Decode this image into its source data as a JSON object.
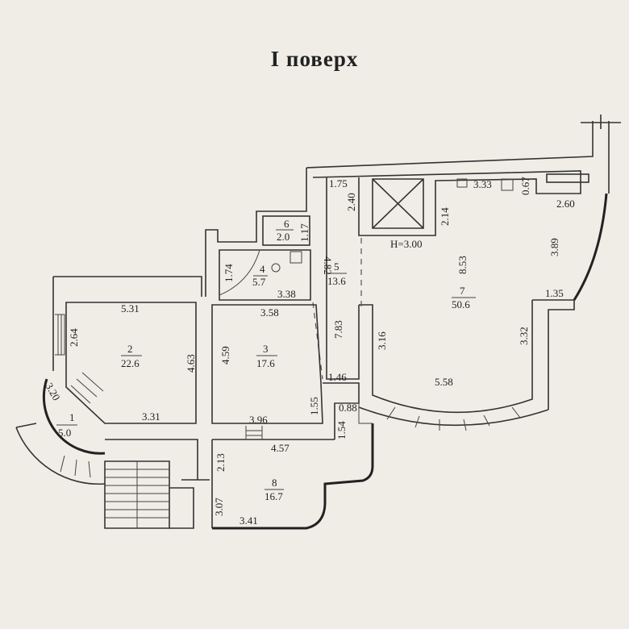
{
  "title": "I поверх",
  "ceiling_height": "H=3.00",
  "rooms": [
    {
      "number": "1",
      "area": "5.0"
    },
    {
      "number": "2",
      "area": "22.6"
    },
    {
      "number": "3",
      "area": "17.6"
    },
    {
      "number": "4",
      "area": "5.7"
    },
    {
      "number": "5",
      "area": "13.6"
    },
    {
      "number": "6",
      "area": "2.0"
    },
    {
      "number": "7",
      "area": "50.6"
    },
    {
      "number": "8",
      "area": "16.7"
    }
  ],
  "dimensions": {
    "d175": "1.75",
    "d240": "2.40",
    "d117": "1.17",
    "d482": "4.82",
    "d174": "1.74",
    "d338": "3.38",
    "d358": "3.58",
    "d531": "5.31",
    "d264": "2.64",
    "d463": "4.63",
    "d331": "3.31",
    "d320": "3.20",
    "d459": "4.59",
    "d783": "7.83",
    "d146": "1.46",
    "d155": "1.55",
    "d396": "3.96",
    "d088": "0.88",
    "d154": "1.54",
    "d457": "4.57",
    "d213": "2.13",
    "d307": "3.07",
    "d341": "3.41",
    "d214": "2.14",
    "d333": "3.33",
    "d067": "0.67",
    "d260": "2.60",
    "d853": "8.53",
    "d389": "3.89",
    "d135": "1.35",
    "d316": "3.16",
    "d332": "3.32",
    "d558": "5.58"
  }
}
